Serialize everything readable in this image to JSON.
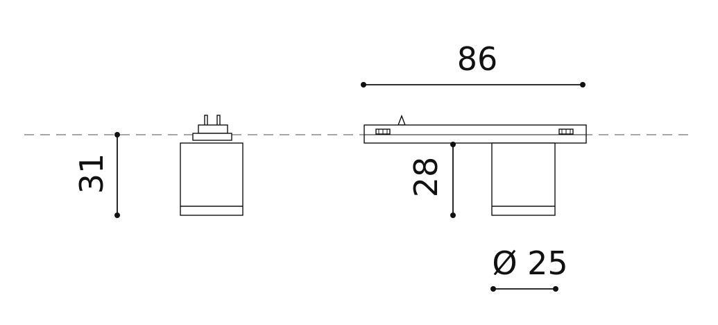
{
  "dimensions": {
    "side_height": "31",
    "front_height": "28",
    "length": "86",
    "diameter": "Ø 25"
  },
  "colors": {
    "line": "#111111",
    "centerline": "#a6a6a6",
    "background": "#ffffff"
  }
}
